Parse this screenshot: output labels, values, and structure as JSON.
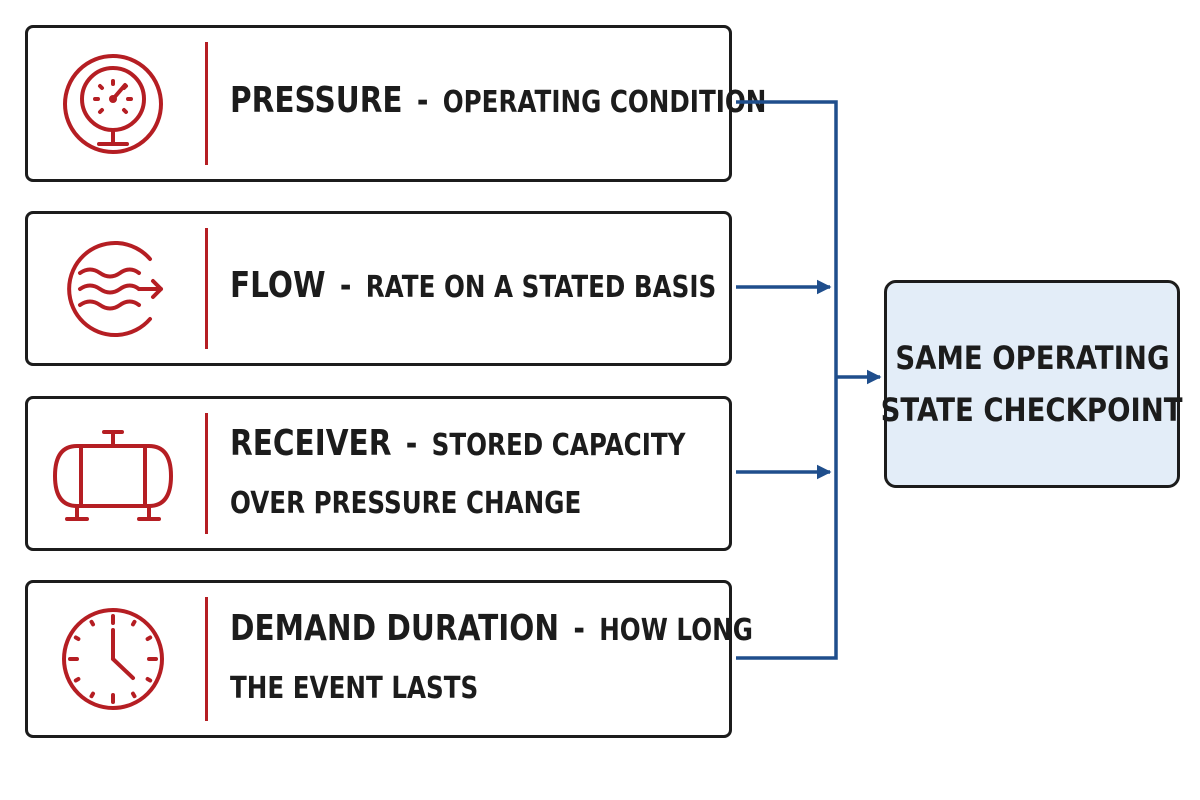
{
  "inputs": [
    {
      "icon": "pressure-gauge-icon",
      "term": "PRESSURE",
      "description_lines": [
        "OPERATING CONDITION"
      ]
    },
    {
      "icon": "flow-icon",
      "term": "FLOW",
      "description_lines": [
        "RATE ON A STATED BASIS"
      ]
    },
    {
      "icon": "receiver-tank-icon",
      "term": "RECEIVER",
      "description_lines": [
        "STORED CAPACITY",
        "OVER PRESSURE CHANGE"
      ]
    },
    {
      "icon": "clock-icon",
      "term": "DEMAND DURATION",
      "description_lines": [
        "HOW LONG",
        "THE EVENT LASTS"
      ]
    }
  ],
  "separator": "-",
  "target": {
    "lines": [
      "SAME OPERATING",
      "STATE CHECKPOINT"
    ]
  },
  "colors": {
    "accent": "#b51e23",
    "connector": "#1f4e8c",
    "target_fill": "#e3edf8",
    "border": "#1c1c1c"
  }
}
